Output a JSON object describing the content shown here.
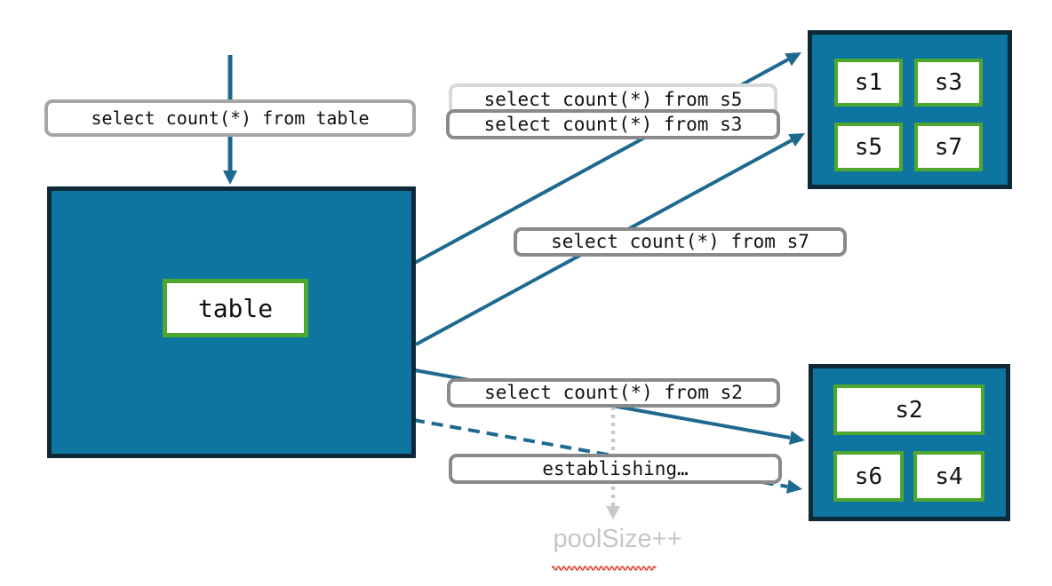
{
  "diagram": {
    "background": "#ffffff",
    "palette": {
      "node_fill": "#0e74a0",
      "node_border": "#0d2938",
      "arrow": "#1e6990",
      "shard_border": "#4ea72e",
      "label_border": "#8a8a8a",
      "label_border_faded": "#d9d9d9",
      "muted_text": "#c6c6c6",
      "spellcheck_underline": "#e0402e"
    },
    "query_labels": {
      "table": "select count(*) from table",
      "s5": "select count(*) from s5",
      "s3": "select count(*) from s3",
      "s7": "select count(*) from s7",
      "s2": "select count(*) from s2"
    },
    "status_labels": {
      "establishing": "establishing…",
      "pool_size": "poolSize++"
    },
    "main_table": {
      "label": "table"
    },
    "shards": {
      "s1": "s1",
      "s3": "s3",
      "s5": "s5",
      "s7": "s7",
      "s2": "s2",
      "s6": "s6",
      "s4": "s4"
    },
    "shard_groups": {
      "top": [
        "s1",
        "s3",
        "s5",
        "s7"
      ],
      "bottom": [
        "s2",
        "s6",
        "s4"
      ]
    }
  }
}
